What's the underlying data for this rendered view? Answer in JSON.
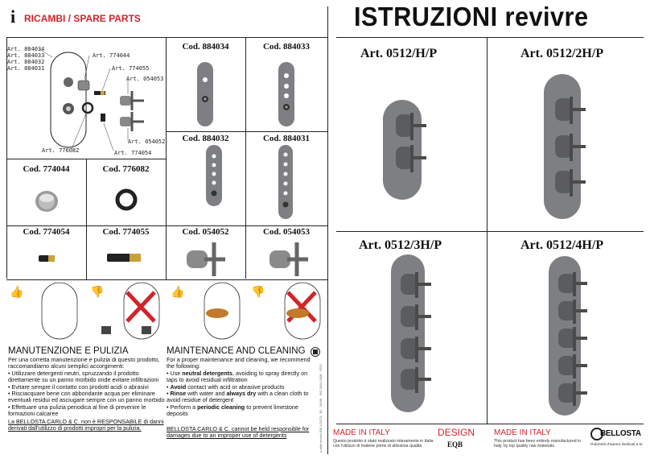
{
  "header": {
    "logo_letter": "i",
    "spare_parts_title": "RICAMBI / SPARE PARTS",
    "main_title": "ISTRUZIONI revivre"
  },
  "exploded": {
    "art_list": [
      "Art. 884034",
      "Art. 884033",
      "Art. 884032",
      "Art. 884031"
    ],
    "art_774044": "Art. 774044",
    "art_774055": "Art. 774055",
    "art_054053": "Art. 054053",
    "art_054052": "Art. 054052",
    "art_776082": "Art. 776082",
    "art_774054": "Art. 774054"
  },
  "codes": {
    "c884034": "Cod. 884034",
    "c884033": "Cod. 884033",
    "c884032": "Cod. 884032",
    "c884031": "Cod. 884031",
    "c774044": "Cod. 774044",
    "c776082": "Cod. 776082",
    "c774054": "Cod. 774054",
    "c774055": "Cod. 774055",
    "c054052": "Cod. 054052",
    "c054053": "Cod. 054053"
  },
  "models": {
    "m1": "Art. 0512/H/P",
    "m2": "Art. 0512/2H/P",
    "m3": "Art. 0512/3H/P",
    "m4": "Art. 0512/4H/P"
  },
  "maintenance_it": {
    "title": "MANUTENZIONE E PULIZIA",
    "intro": "Per una corretta manutenzione e pulizia di questo prodotto, raccomandiamo alcuni semplici accorgimenti:",
    "b1": "• Utilizzare detergenti neutri, spruzzando il prodotto direttamente su un panno morbido onde evitare infiltrazioni",
    "b2": "• Evitare sempre il contatto con prodotti acidi o abrasivi",
    "b3": "• Risciacquare bene con abbondante acqua per eliminare eventuali residui ed asciugare sempre con un panno morbido",
    "b4": "• Effettuare una pulizia periodica al fine di prevenire le formazioni calcaree",
    "disclaimer": "La BELLOSTA CARLO & C. non è RESPONSABILE di danni derivati dall'utilizzo di prodotti impropri per la pulizia."
  },
  "maintenance_en": {
    "title": "MAINTENANCE AND CLEANING",
    "intro": "For a proper maintenance and cleaning, we recommend the following:",
    "b1_pre": "• Use ",
    "b1_bold": "neutral detergents",
    "b1_post": ", avoiding to spray directly on taps to avoid residual infiltration",
    "b2_pre": "• ",
    "b2_bold": "Avoid",
    "b2_post": " contact with acid or abrasive products",
    "b3_pre": "• ",
    "b3_bold": "Rinse",
    "b3_mid": " with water and ",
    "b3_bold2": "always dry",
    "b3_post": " with a clean cloth to avoid residue of detergent",
    "b4_pre": "• Perform a ",
    "b4_bold": "periodic cleaning",
    "b4_post": " to prevent limestone deposits",
    "disclaimer": "BELLOSTA CARLO & C. cannot be held responsible for damages due to an improper use of detergents"
  },
  "footer": {
    "made_in_italy_it": "MADE IN ITALY",
    "made_it_text": "Questo prodotto è stato realizzato interamente in Italia con l'utilizzo di materie prime di altissima qualità",
    "design": "DESIGN",
    "design_sub": "EQB",
    "made_in_italy_en": "MADE IN ITALY",
    "made_en_text": "This product has been entirely manufactured in Italy, by top quality raw materials.",
    "brand": "BELLOSTA",
    "brand_sub": "Rubinetti d'autore dedicati a te",
    "side_note": "a after tecnici BELLOSTA · B1 · 09/06 · ISO 9001:2008 · EDO"
  },
  "colors": {
    "accent_red": "#d2232a",
    "chrome_dark": "#555555",
    "plate": "#7d7f82"
  }
}
